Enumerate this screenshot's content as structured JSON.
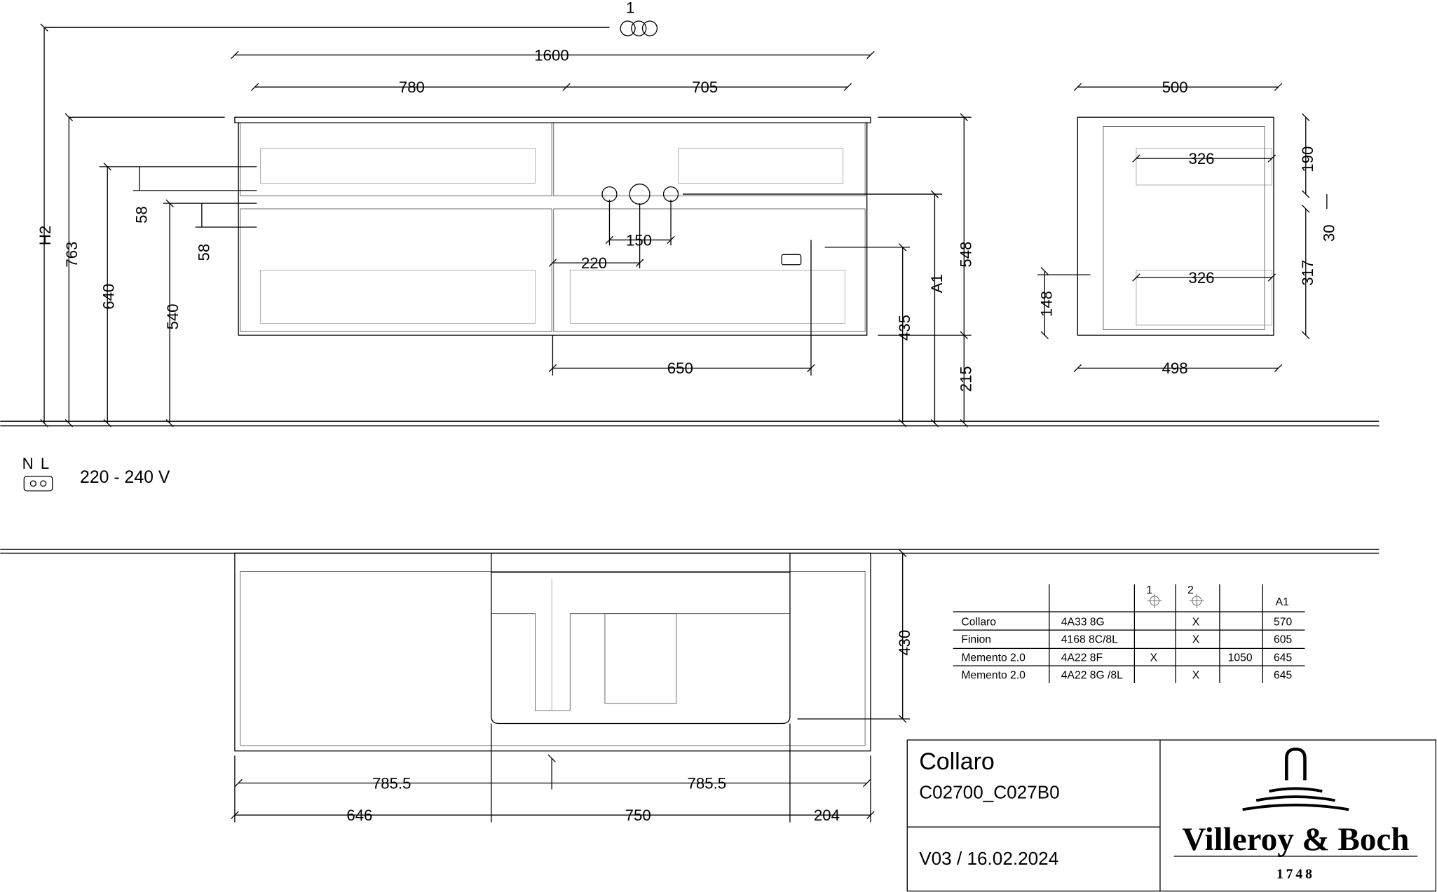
{
  "front_view": {
    "marker": "1",
    "dims": {
      "width": "1600",
      "left": "780",
      "right": "705",
      "h2": "H2",
      "h763": "763",
      "h640": "640",
      "h540": "540",
      "d58a": "58",
      "d58b": "58",
      "d150": "150",
      "d220": "220",
      "d650": "650",
      "d548": "548",
      "d215": "215",
      "a1": "A1",
      "d435": "435"
    }
  },
  "side_view": {
    "dims": {
      "top": "500",
      "bottom": "498",
      "drawer_upper": "326",
      "drawer_lower": "326",
      "d190": "190",
      "d30": "30",
      "d317": "317",
      "d148": "148"
    }
  },
  "electrical": {
    "n": "N",
    "l": "L",
    "voltage": "220 - 240 V"
  },
  "plan_view": {
    "dims": {
      "depth": "430",
      "half_left": "785.5",
      "half_right": "785.5",
      "d646": "646",
      "d750": "750",
      "d204": "204"
    }
  },
  "compat_table": {
    "headers": [
      "",
      "",
      "1",
      "2",
      "",
      "A1"
    ],
    "rows": [
      [
        "Collaro",
        "4A33 8G",
        "",
        "X",
        "",
        "570"
      ],
      [
        "Finion",
        "4168 8C/8L",
        "",
        "X",
        "",
        "605"
      ],
      [
        "Memento 2.0",
        "4A22 8F",
        "X",
        "",
        "1050",
        "645"
      ],
      [
        "Memento 2.0",
        "4A22 8G /8L",
        "",
        "X",
        "",
        "645"
      ]
    ]
  },
  "title_block": {
    "product": "Collaro",
    "code": "C02700_C027B0",
    "version": "V03 / 16.02.2024",
    "brand": "Villeroy & Boch",
    "year": "1748"
  }
}
